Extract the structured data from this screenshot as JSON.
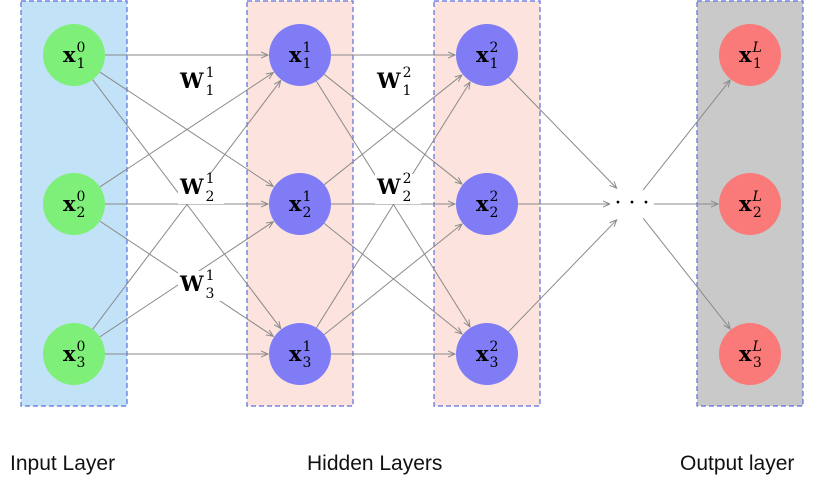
{
  "layers": [
    {
      "name": "input",
      "fill": "#c1e2f7",
      "nodes": [
        {
          "base": "x",
          "sup": "0",
          "sub": "1"
        },
        {
          "base": "x",
          "sup": "0",
          "sub": "2"
        },
        {
          "base": "x",
          "sup": "0",
          "sub": "3"
        }
      ],
      "node_color": "#7ef07a"
    },
    {
      "name": "hidden-1",
      "fill": "#fde3dd",
      "nodes": [
        {
          "base": "x",
          "sup": "1",
          "sub": "1"
        },
        {
          "base": "x",
          "sup": "1",
          "sub": "2"
        },
        {
          "base": "x",
          "sup": "1",
          "sub": "3"
        }
      ],
      "node_color": "#7f7cf5"
    },
    {
      "name": "hidden-2",
      "fill": "#fde3dd",
      "nodes": [
        {
          "base": "x",
          "sup": "2",
          "sub": "1"
        },
        {
          "base": "x",
          "sup": "2",
          "sub": "2"
        },
        {
          "base": "x",
          "sup": "2",
          "sub": "3"
        }
      ],
      "node_color": "#7f7cf5"
    },
    {
      "name": "output",
      "fill": "#c9c9c9",
      "nodes": [
        {
          "base": "x",
          "sup": "L",
          "sub": "1"
        },
        {
          "base": "x",
          "sup": "L",
          "sub": "2"
        },
        {
          "base": "x",
          "sup": "L",
          "sub": "3"
        }
      ],
      "node_color": "#f97a78"
    }
  ],
  "weight_labels": [
    {
      "base": "W",
      "sup": "1",
      "sub": "1"
    },
    {
      "base": "W",
      "sup": "1",
      "sub": "2"
    },
    {
      "base": "W",
      "sup": "1",
      "sub": "3"
    },
    {
      "base": "W",
      "sup": "2",
      "sub": "1"
    },
    {
      "base": "W",
      "sup": "2",
      "sub": "2"
    }
  ],
  "ellipsis": "· · ·",
  "captions": {
    "input": "Input Layer",
    "hidden": "Hidden Layers",
    "output": "Output layer"
  },
  "colors": {
    "box_border": "#5b6fe0",
    "edge": "#8a8a8a"
  }
}
